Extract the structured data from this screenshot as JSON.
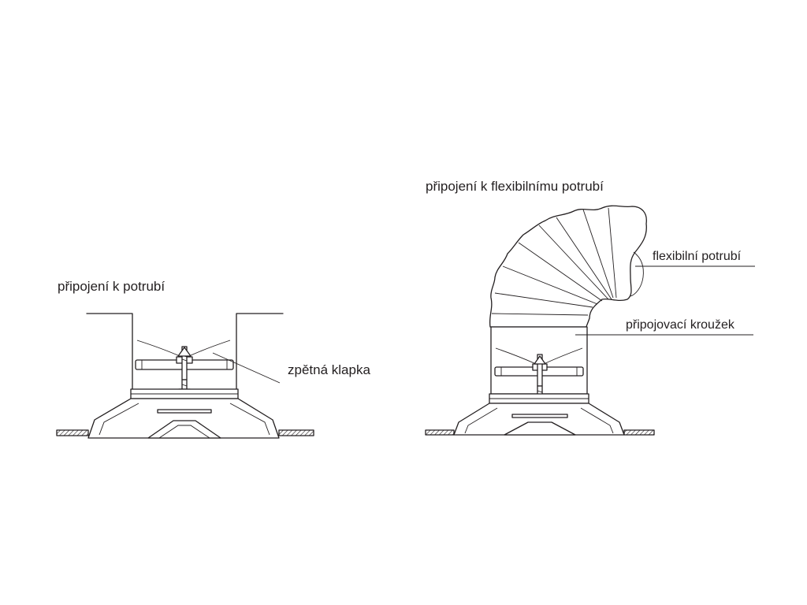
{
  "left_figure": {
    "title": "připojení k potrubí",
    "callout": "zpětná klapka"
  },
  "right_figure": {
    "title": "připojení k flexibilnímu potrubí",
    "callout_flex": "flexibilní potrubí",
    "callout_ring": "připojovací kroužek"
  }
}
